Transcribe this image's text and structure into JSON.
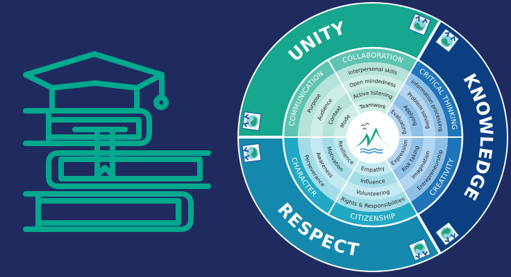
{
  "colors": {
    "background": "#1f2b5e",
    "icon_stroke": "#00a88e",
    "unity": "#17a68e",
    "knowledge": "#0b3f82",
    "respect": "#1589ad"
  },
  "left_icon": "graduation-cap-on-books-icon",
  "wheel": {
    "groups": [
      {
        "label": "UNITY",
        "start": 180,
        "end": 300,
        "color": "#17a68e"
      },
      {
        "label": "KNOWLEDGE",
        "start": -60,
        "end": 60,
        "color": "#0b3f82"
      },
      {
        "label": "RESPECT",
        "start": 60,
        "end": 180,
        "color": "#1589ad"
      }
    ],
    "sectors": [
      {
        "label": "COLLABORATION",
        "band": "#5ec4b1",
        "rings": [
          "#b6e3d9",
          "#cdeee6"
        ],
        "items": [
          "Interpersonal skills",
          "Open mindedness",
          "Active listening",
          "Teamwork"
        ]
      },
      {
        "label": "CRITICAL THINKING",
        "band": "#1f74ba",
        "rings": [
          "#8fc0e7",
          "#b2d6f2"
        ],
        "items": [
          "Information processing",
          "Problem solving",
          "Applying",
          "Evaluating"
        ]
      },
      {
        "label": "CREATIVITY",
        "band": "#1f74ba",
        "rings": [
          "#8fc0e7",
          "#b2d6f2"
        ],
        "items": [
          "Entrepreneurship",
          "Imagination",
          "Risk taking",
          "Expression"
        ]
      },
      {
        "label": "CITIZENSHIP",
        "band": "#22a8c4",
        "rings": [
          "#a3dbe7",
          "#c4e9f1"
        ],
        "items": [
          "Rights & Responsibilities",
          "Volunteering",
          "Influence",
          "Empathy"
        ]
      },
      {
        "label": "CHARACTER",
        "band": "#22a8c4",
        "rings": [
          "#a3dbe7",
          "#c4e9f1"
        ],
        "items": [
          "Perseverance",
          "Awareness",
          "Motivation",
          "Resilience"
        ]
      },
      {
        "label": "COMMUNICATION",
        "band": "#5ec4b1",
        "rings": [
          "#b6e3d9",
          "#cdeee6"
        ],
        "items": [
          "Purpose",
          "Audience",
          "Context",
          "Mode"
        ]
      }
    ],
    "center_logo": "mountain-birds-waves-logo",
    "badge_icon": "globe-hands-icon"
  }
}
